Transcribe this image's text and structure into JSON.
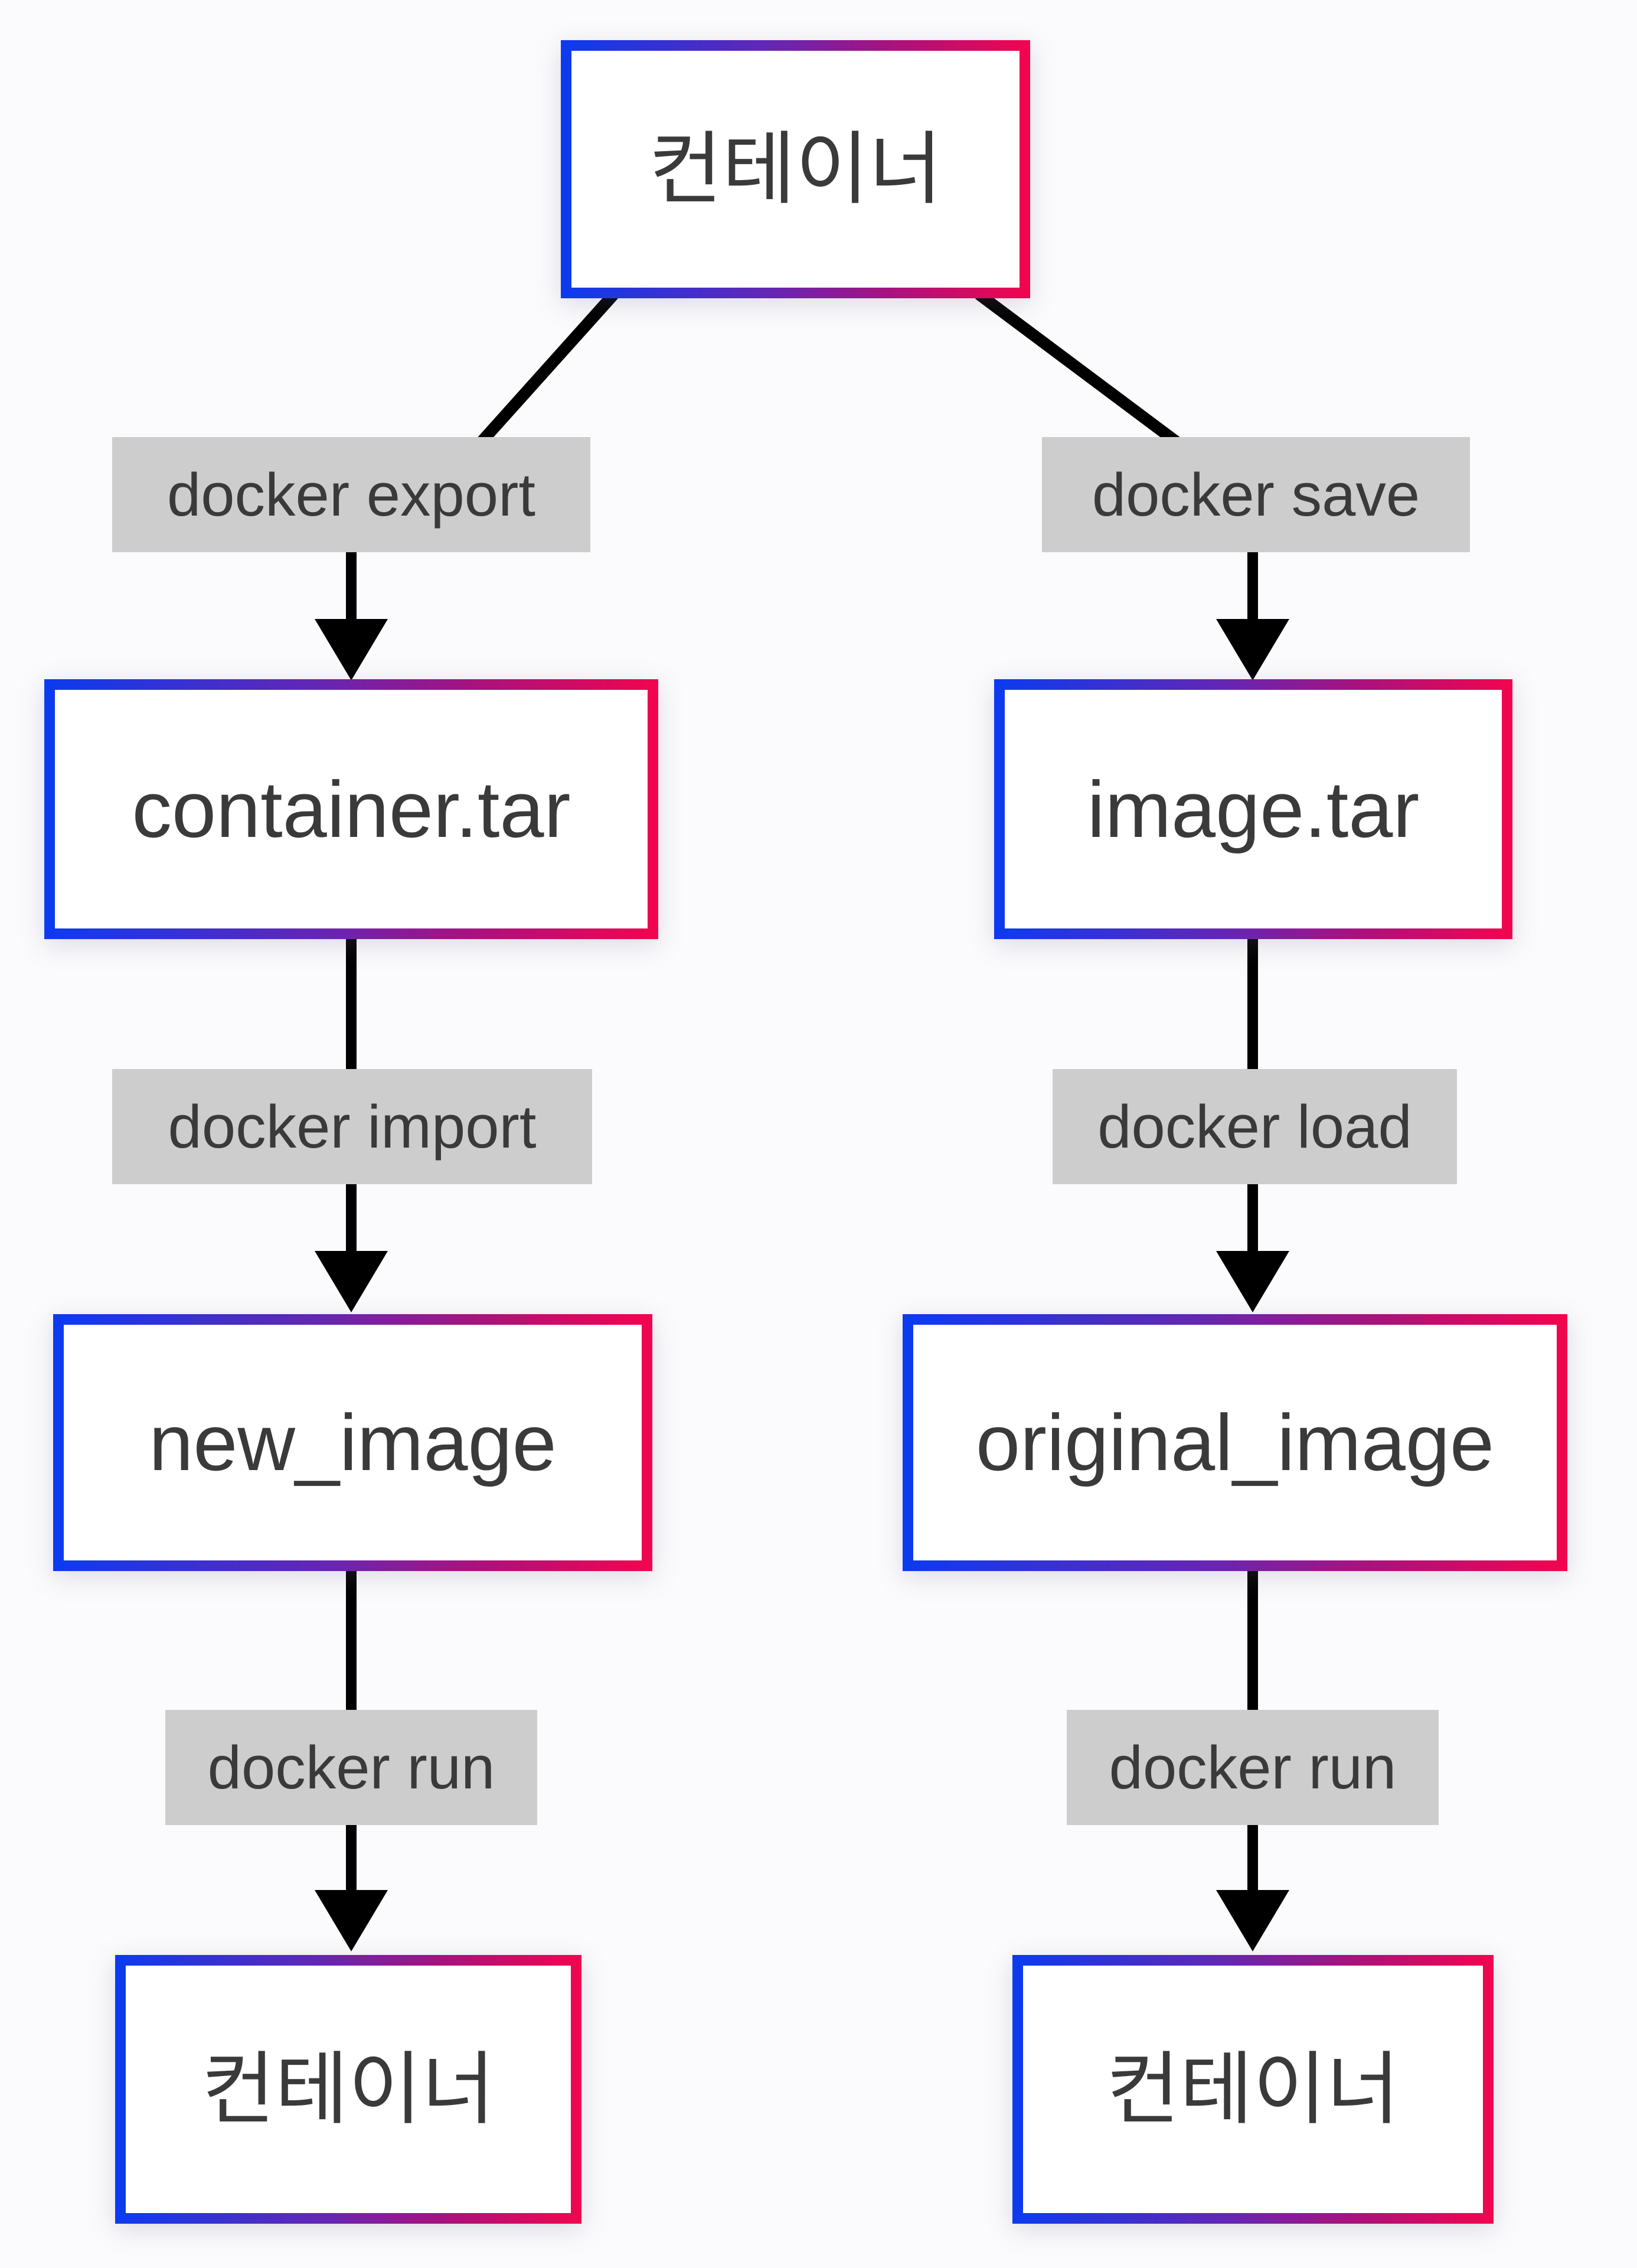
{
  "colors": {
    "border_gradient_start": "#0b3bf0",
    "border_gradient_mid1": "#6526b4",
    "border_gradient_mid2": "#a8127e",
    "border_gradient_end": "#f2054e",
    "edge_label_bg": "#cdcdcd",
    "text": "#3a3a3a",
    "line": "#000000",
    "page_bg": "#fbfbfd"
  },
  "diagram_type": "docker container/image save-load flowchart",
  "nodes": {
    "root": "컨테이너",
    "left_tar": "container.tar",
    "left_image": "new_image",
    "left_container": "컨테이너",
    "right_tar": "image.tar",
    "right_image": "original_image",
    "right_container": "컨테이너"
  },
  "edges": {
    "export": "docker export",
    "save": "docker save",
    "import": "docker import",
    "load": "docker load",
    "run_left": "docker run",
    "run_right": "docker run"
  }
}
